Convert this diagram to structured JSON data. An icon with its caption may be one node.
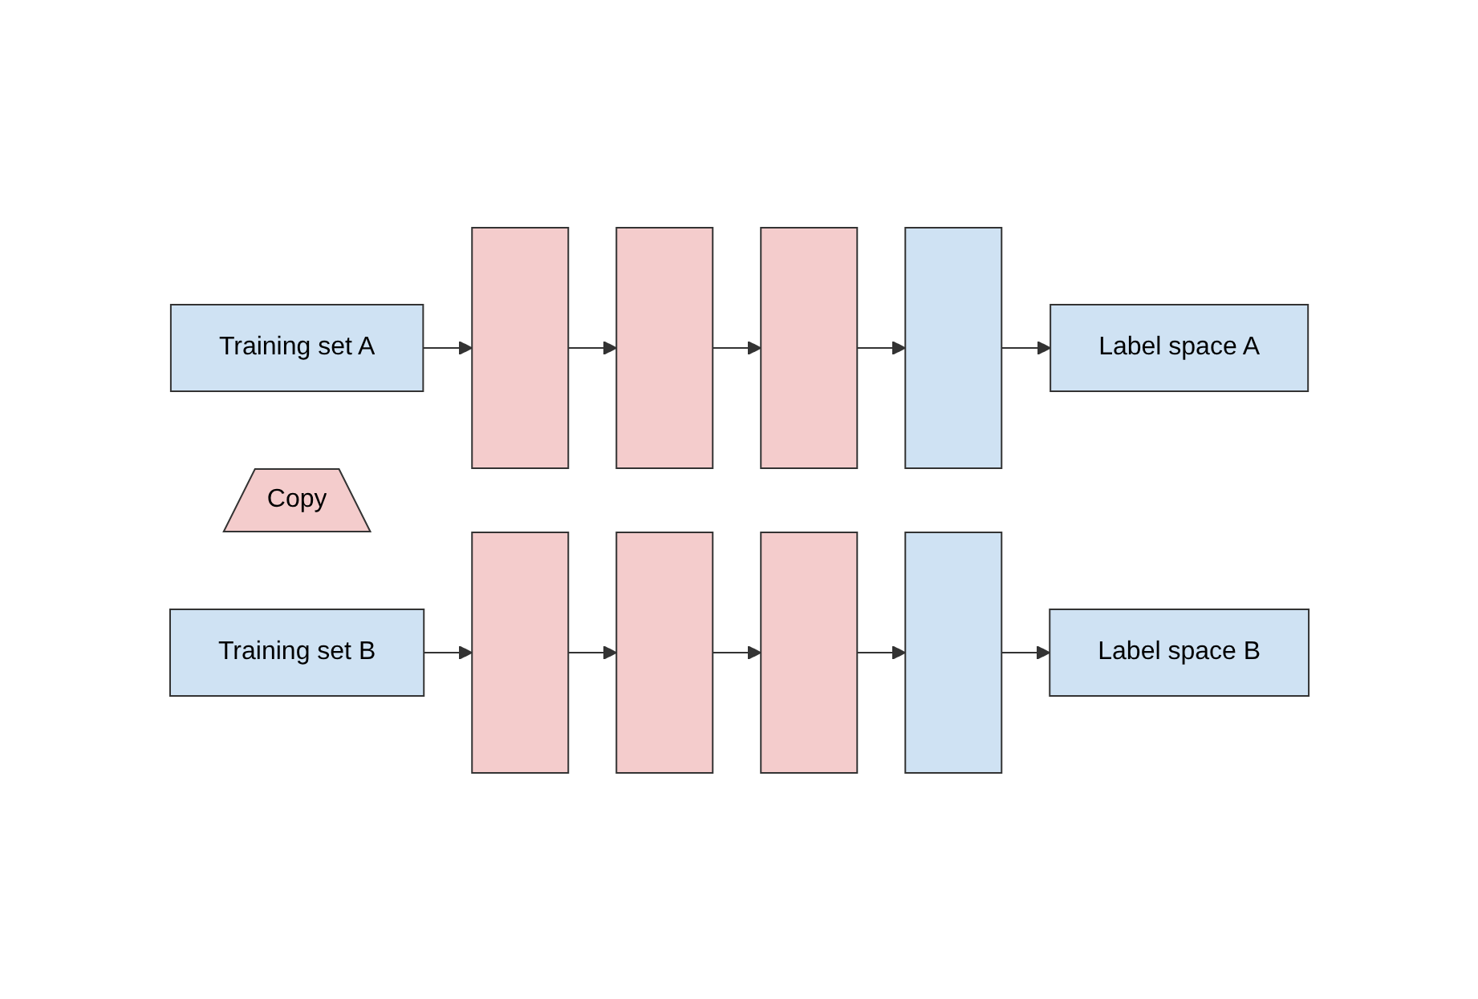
{
  "diagram": {
    "nodes": [
      {
        "text": [
          "Training set A"
        ]
      },
      {
        "text": [],
        "shape": "box"
      },
      {
        "text": [],
        "shape": "box"
      },
      {
        "text": [],
        "shape": "box"
      },
      {
        "text": [],
        "shape": "box"
      },
      {
        "text": [
          "Label space A"
        ]
      },
      {
        "text": [
          "Copy"
        ]
      },
      {
        "text": [
          "Training set B"
        ]
      },
      {
        "text": [],
        "shape": "box"
      },
      {
        "text": [],
        "shape": "box"
      },
      {
        "text": [],
        "shape": "box"
      },
      {
        "text": [],
        "shape": "box"
      },
      {
        "text": [
          "Label space B"
        ]
      }
    ],
    "edges": [
      {
        "from": 0,
        "to": 1,
        "arrow": "to"
      },
      {
        "from": 1,
        "to": 2,
        "arrow": "to"
      },
      {
        "from": 2,
        "to": 3,
        "arrow": "to"
      },
      {
        "from": 3,
        "to": 4,
        "arrow": "to"
      },
      {
        "from": 4,
        "to": 5,
        "arrow": "to"
      },
      {
        "from": 7,
        "to": 8,
        "arrow": "to"
      },
      {
        "from": 8,
        "to": 9,
        "arrow": "to"
      },
      {
        "from": 9,
        "to": 10,
        "arrow": "to"
      },
      {
        "from": 10,
        "to": 11,
        "arrow": "to"
      },
      {
        "from": 11,
        "to": 12,
        "arrow": "to"
      }
    ]
  }
}
